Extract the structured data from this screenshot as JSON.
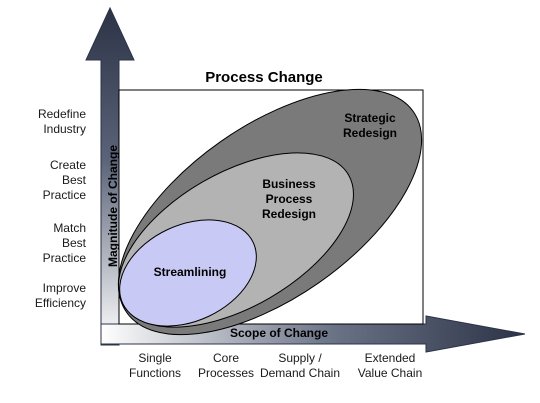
{
  "title": "Process Change",
  "y_axis_label": "Magnitude of Change",
  "x_axis_label": "Scope of Change",
  "y_levels": [
    {
      "lines": [
        "Redefine",
        "Industry"
      ]
    },
    {
      "lines": [
        "Create",
        "Best",
        "Practice"
      ]
    },
    {
      "lines": [
        "Match",
        "Best",
        "Practice"
      ]
    },
    {
      "lines": [
        "Improve",
        "Efficiency"
      ]
    }
  ],
  "x_levels": [
    {
      "lines": [
        "Single",
        "Functions"
      ]
    },
    {
      "lines": [
        "Core",
        "Processes"
      ]
    },
    {
      "lines": [
        "Supply /",
        "Demand Chain"
      ]
    },
    {
      "lines": [
        "Extended",
        "Value Chain"
      ]
    }
  ],
  "regions": [
    {
      "lines": [
        "Strategic",
        "Redesign"
      ],
      "color": "#7a7a7a"
    },
    {
      "lines": [
        "Business",
        "Process",
        "Redesign"
      ],
      "color": "#b3b3b3"
    },
    {
      "lines": [
        "Streamlining"
      ],
      "color": "#c9c9f5"
    }
  ]
}
